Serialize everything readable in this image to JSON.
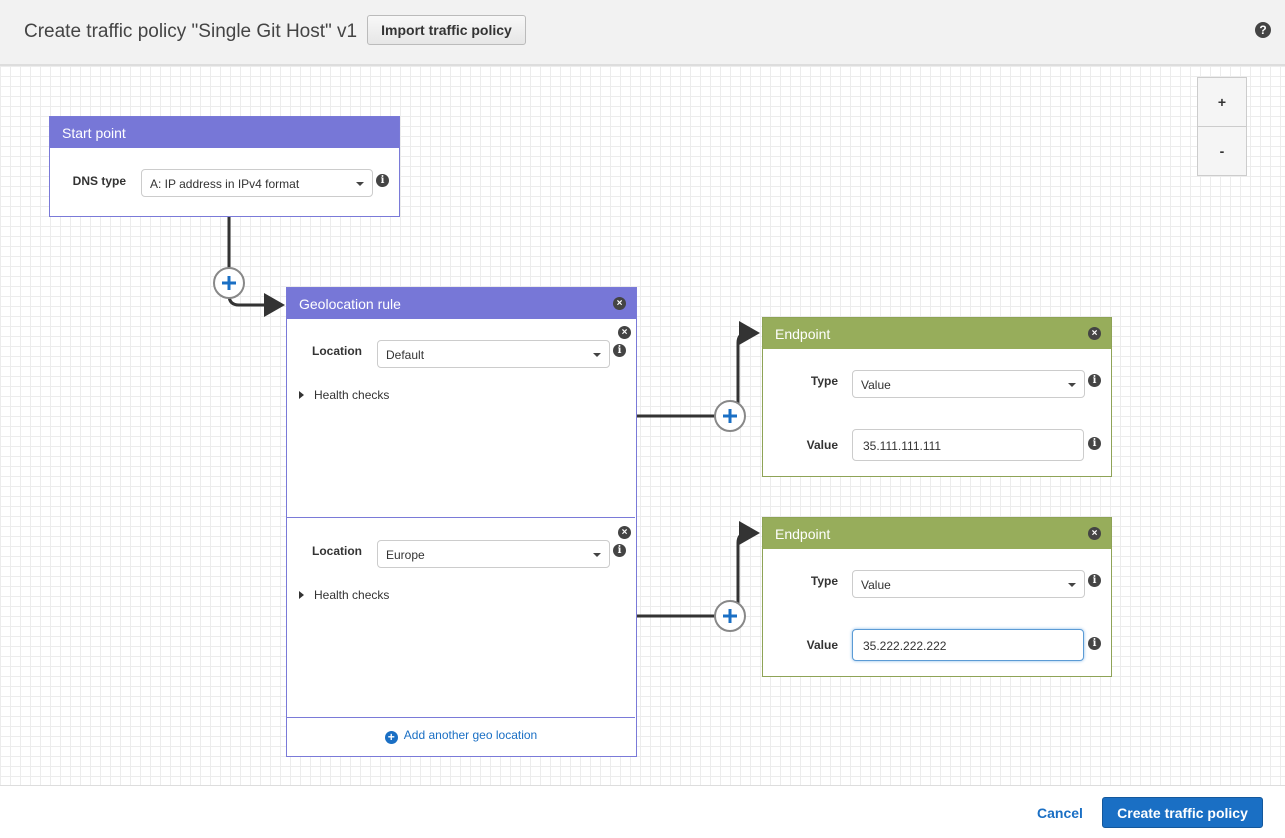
{
  "header": {
    "title": "Create traffic policy \"Single Git Host\" v1",
    "import_label": "Import traffic policy",
    "help": "?"
  },
  "zoom": {
    "in": "+",
    "out": "-"
  },
  "start": {
    "title": "Start point",
    "dns_label": "DNS type",
    "dns_value": "A: IP address in IPv4 format"
  },
  "geo": {
    "title": "Geolocation rule",
    "rules": [
      {
        "location_label": "Location",
        "location": "Default",
        "health": "Health checks"
      },
      {
        "location_label": "Location",
        "location": "Europe",
        "health": "Health checks"
      }
    ],
    "add_label": "Add another geo location"
  },
  "endpoints": [
    {
      "title": "Endpoint",
      "type_label": "Type",
      "type": "Value",
      "value_label": "Value",
      "value": "35.111.111.111"
    },
    {
      "title": "Endpoint",
      "type_label": "Type",
      "type": "Value",
      "value_label": "Value",
      "value": "35.222.222.222"
    }
  ],
  "footer": {
    "cancel": "Cancel",
    "create": "Create traffic policy"
  },
  "colors": {
    "rule": "#7777d7",
    "endpoint": "#97ad5b",
    "primary": "#1a6fc4"
  }
}
